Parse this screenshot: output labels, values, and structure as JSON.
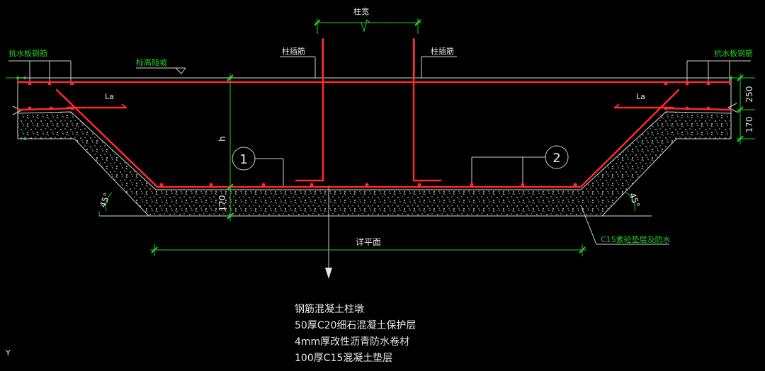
{
  "labels": {
    "column_width": "柱宽",
    "column_rebar_left": "柱插筋",
    "column_rebar_right": "柱插筋",
    "uplift_rebar_left": "抗水板钢筋",
    "uplift_rebar_right": "抗水板钢筋",
    "elevation_slope": "标高随坡",
    "anchor_left": "La",
    "anchor_right": "La",
    "height_h": "h",
    "dim_250": "250",
    "dim_170_right": "170",
    "dim_170_left": "170",
    "angle_left": "45°",
    "angle_right": "45°",
    "callout_1": "1",
    "callout_2": "2",
    "detail_plan": "详平面",
    "c15_waterproof": "C15素砼垫层及防水",
    "axis_y": "Y"
  },
  "notes": [
    "钢筋混凝土柱墩",
    "50厚C20细石混凝土保护层",
    "4mm厚改性沥青防水卷材",
    "100厚C15混凝土垫层"
  ],
  "colors": {
    "background": "#000000",
    "rebar": "#ff2a2a",
    "dimension": "#20d020",
    "outline": "#d8d8d8",
    "text": "#e6e6e6",
    "concrete": "#cfcfcf"
  }
}
